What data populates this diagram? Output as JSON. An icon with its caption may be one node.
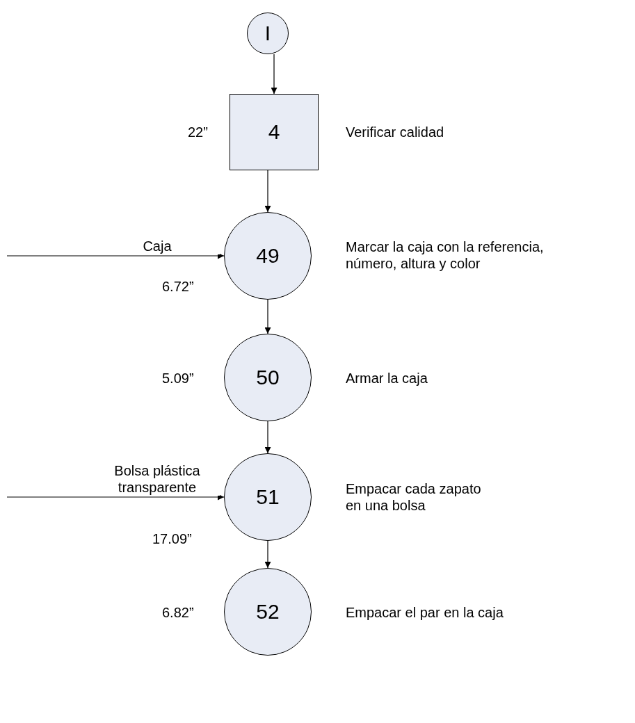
{
  "diagram": {
    "nodes": [
      {
        "text": [
          "I"
        ]
      },
      {
        "text": [
          "4"
        ],
        "beside": [
          "22”",
          "Verificar calidad"
        ]
      },
      {
        "text": [
          "49"
        ],
        "beside": [
          "6.72”",
          "Marcar la caja con la referencia, número, altura y color"
        ]
      },
      {
        "text": [
          "50"
        ],
        "beside": [
          "5.09”",
          "Armar la caja"
        ]
      },
      {
        "text": [
          "51"
        ],
        "beside": [
          "17.09”",
          "Empacar cada zapato en una bolsa"
        ]
      },
      {
        "text": [
          "52"
        ],
        "beside": [
          "6.82”",
          "Empacar el par en la caja"
        ]
      }
    ],
    "edges": [
      {
        "from": 0,
        "to": 1,
        "arrow": "to"
      },
      {
        "from": 1,
        "to": 2,
        "arrow": "to"
      },
      {
        "from": 2,
        "to": 3,
        "arrow": "to"
      },
      {
        "from": 3,
        "to": 4,
        "arrow": "to"
      },
      {
        "from": 4,
        "to": 5,
        "arrow": "to"
      },
      {
        "from": null,
        "to": 2,
        "arrow": "to",
        "label": "Caja"
      },
      {
        "from": null,
        "to": 4,
        "arrow": "to",
        "label": "Bolsa plástica transparente"
      }
    ]
  }
}
